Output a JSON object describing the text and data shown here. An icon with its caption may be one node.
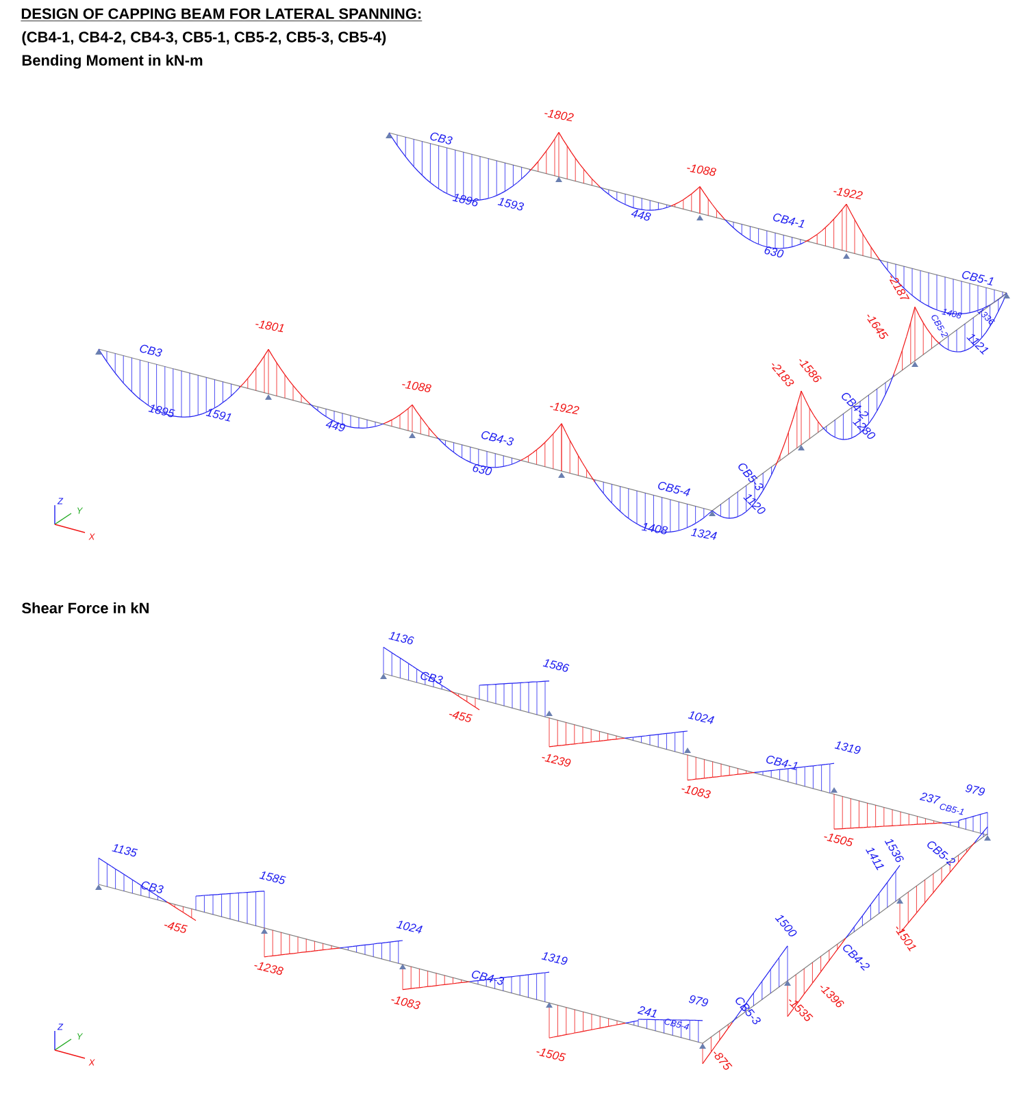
{
  "diagram": {
    "title": "DESIGN OF CAPPING BEAM FOR LATERAL SPANNING:",
    "labels": [
      "(CB4-1, CB4-2, CB4-3, CB5-1, CB5-2, CB5-3, CB5-4)",
      "Bending Moment in kN-m",
      "CB3",
      "-1802",
      "1896",
      "1593",
      "448",
      "-1088",
      "CB4-1",
      "630",
      "-1922",
      "CB5-1",
      "-2187",
      "-1645",
      "1408",
      "CB5-2",
      "1336",
      "1121",
      "CB3",
      "-1801",
      "1895",
      "1591",
      "449",
      "-1088",
      "CB4-3",
      "630",
      "-1922",
      "CB5-4",
      "1408",
      "1324",
      "CB5-3",
      "1120",
      "-2183",
      "-1586",
      "CB4-2",
      "1280",
      "Z",
      "Y",
      "X",
      "Shear Force in kN",
      "1136",
      "CB3",
      "-455",
      "1586",
      "-1239",
      "1024",
      "-1083",
      "CB4-1",
      "1319",
      "-1505",
      "237",
      "CB5-1",
      "979",
      "1135",
      "CB3",
      "-455",
      "1585",
      "-1238",
      "1024",
      "-1083",
      "CB4-3",
      "1319",
      "-1505",
      "241",
      "CB5-4",
      "979",
      "-875",
      "CB5-3",
      "1500",
      "-1535",
      "-1396",
      "CB4-2",
      "1411",
      "1536",
      "CB5-2",
      "-1501",
      "Z",
      "Y",
      "X"
    ]
  }
}
